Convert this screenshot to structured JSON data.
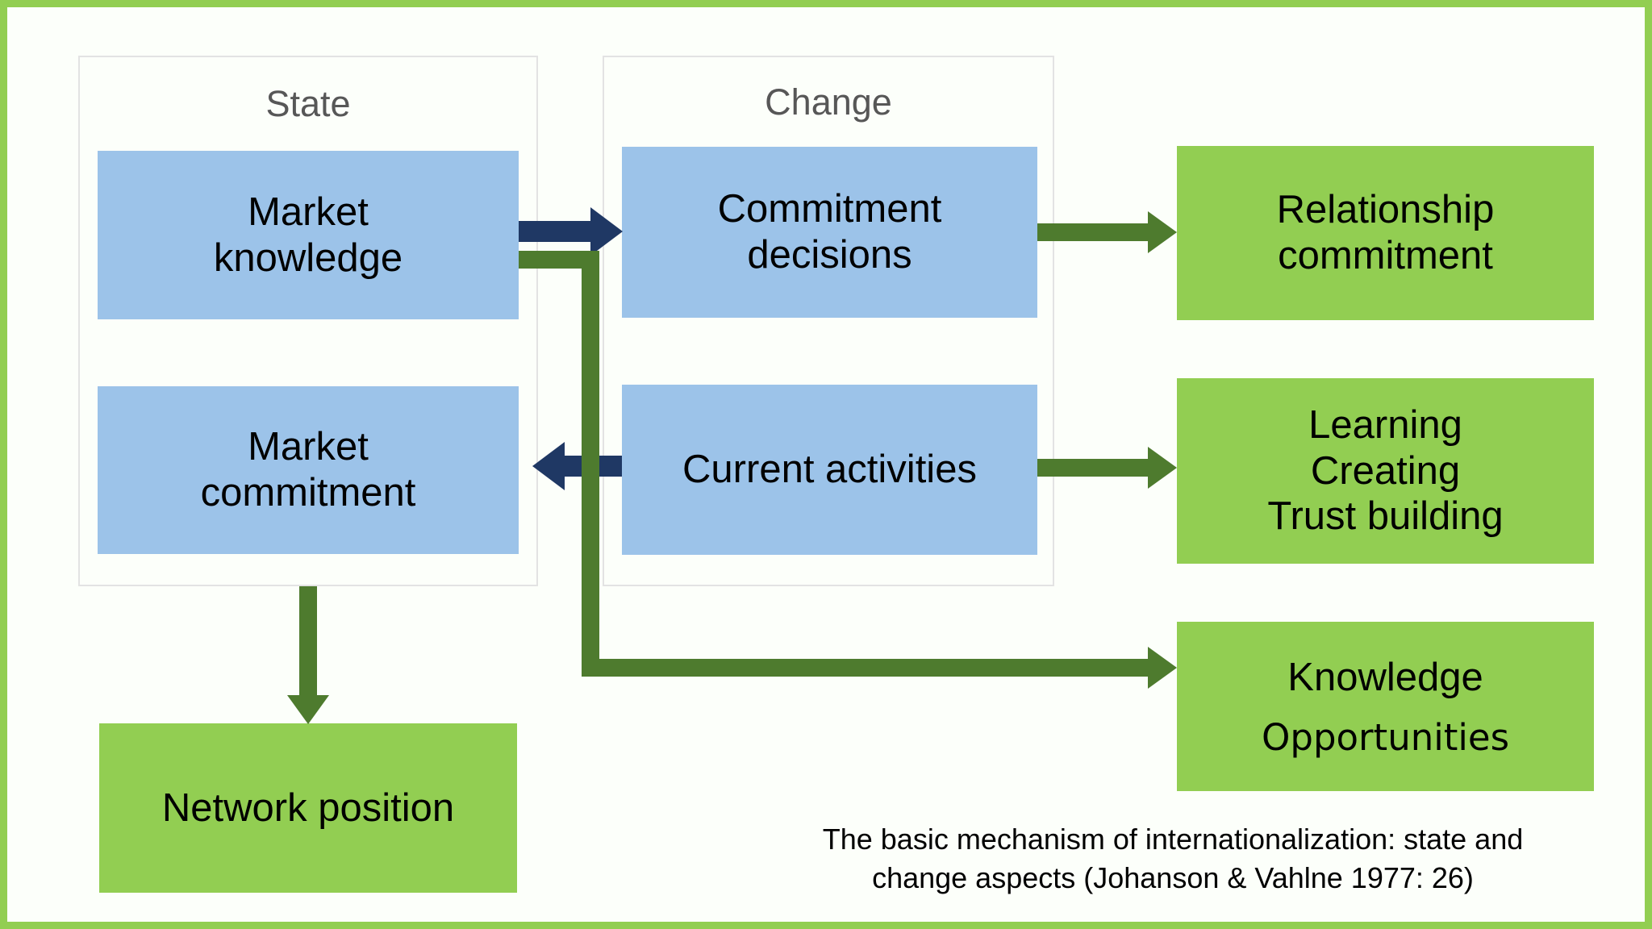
{
  "figure": {
    "background_color": "#FCFFFA",
    "frame_color": "#92CE52",
    "caption": {
      "line1": "The basic mechanism of internationalization: state and",
      "line2": "change aspects  (Johanson & Vahlne 1977: 26)"
    }
  },
  "palette": {
    "blue_box": "#9CC3E9",
    "green_box": "#92CE52",
    "navy_arrow": "#1F3864",
    "green_arrow": "#4E7B2E",
    "panel_border": "#E3E3E3",
    "panel_title_text": "#575757",
    "box_text": "#000000"
  },
  "panels": [
    {
      "id": "state",
      "title": "State"
    },
    {
      "id": "change",
      "title": "Change"
    }
  ],
  "boxes": {
    "market_knowledge": {
      "line1": "Market",
      "line2": "knowledge"
    },
    "market_commitment": {
      "line1": "Market",
      "line2": "commitment"
    },
    "commitment_decisions": {
      "line1": "Commitment",
      "line2": "decisions"
    },
    "current_activities": {
      "line1": "Current activities"
    },
    "relationship_commitment": {
      "line1": "Relationship",
      "line2": "commitment"
    },
    "learning_creating_trust": {
      "line1": "Learning",
      "line2": "Creating",
      "line3": "Trust building"
    },
    "knowledge_opportunities": {
      "line1": "Knowledge",
      "line2": "Opportunities"
    },
    "network_position": {
      "line1": "Network position"
    }
  },
  "connectors": [
    {
      "id": "knowledge-to-decisions",
      "from": "market_knowledge",
      "to": "commitment_decisions",
      "color": "#1F3864",
      "direction": "right"
    },
    {
      "id": "activities-to-commitment",
      "from": "current_activities",
      "to": "market_commitment",
      "color": "#1F3864",
      "direction": "left"
    },
    {
      "id": "decisions-to-relationship",
      "from": "commitment_decisions",
      "to": "relationship_commitment",
      "color": "#4E7B2E",
      "direction": "right"
    },
    {
      "id": "activities-to-learning",
      "from": "current_activities",
      "to": "learning_creating_trust",
      "color": "#4E7B2E",
      "direction": "right"
    },
    {
      "id": "knowledge-to-opportunities",
      "from": "market_knowledge",
      "to": "knowledge_opportunities",
      "color": "#4E7B2E",
      "direction": "right-elbow"
    },
    {
      "id": "state-to-network",
      "from": "state",
      "to": "network_position",
      "color": "#4E7B2E",
      "direction": "down"
    }
  ]
}
